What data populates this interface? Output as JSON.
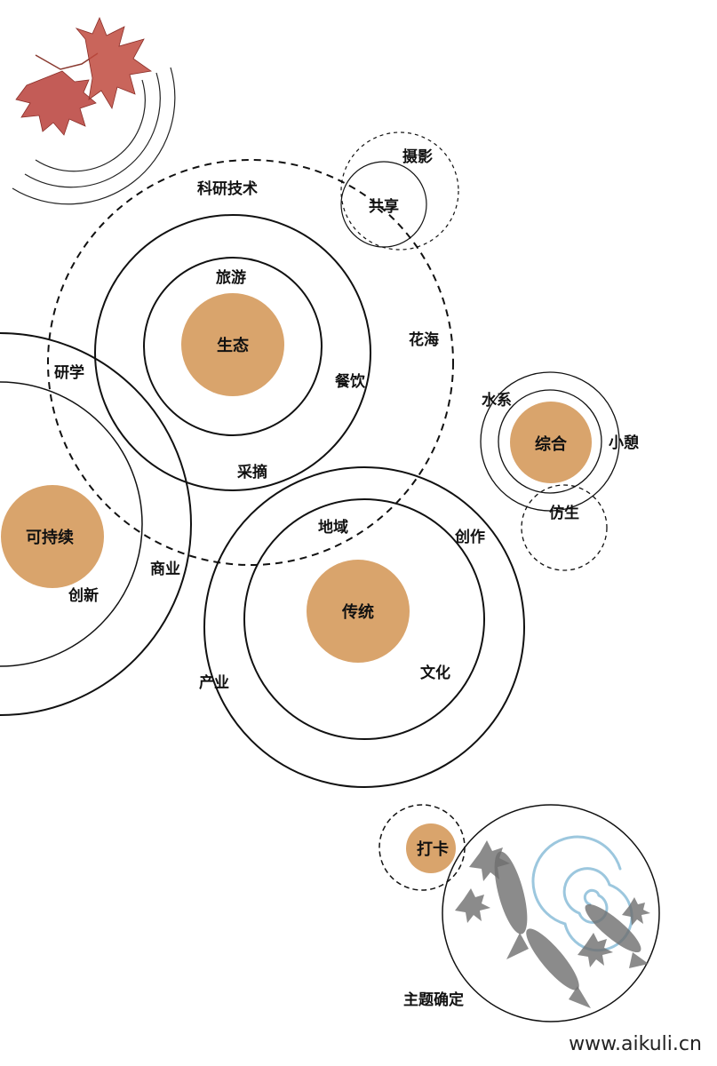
{
  "colors": {
    "core_fill": "#D9A46C",
    "line": "#111111",
    "leaf": "#B8403A",
    "water": "#9CC7DE",
    "fish": "#6E6E6E"
  },
  "icons": [
    "maple-leaf-icon",
    "koi-fish-icon"
  ],
  "cores": {
    "ecology": "生态",
    "traditional": "传统",
    "sustainable": "可持续",
    "comprehensive": "综合",
    "checkin": "打卡"
  },
  "labels": {
    "research_tech": "科研技术",
    "tourism": "旅游",
    "flower_sea": "花海",
    "dining": "餐饮",
    "picking": "采摘",
    "study": "研学",
    "commerce": "商业",
    "innovation": "创新",
    "region": "地域",
    "creation": "创作",
    "culture": "文化",
    "industry": "产业",
    "photography": "摄影",
    "sharing": "共享",
    "water_system": "水系",
    "small_rest": "小憩",
    "bionic": "仿生",
    "theme_confirm": "主题确定"
  },
  "watermark": "www.aikuli.cn"
}
